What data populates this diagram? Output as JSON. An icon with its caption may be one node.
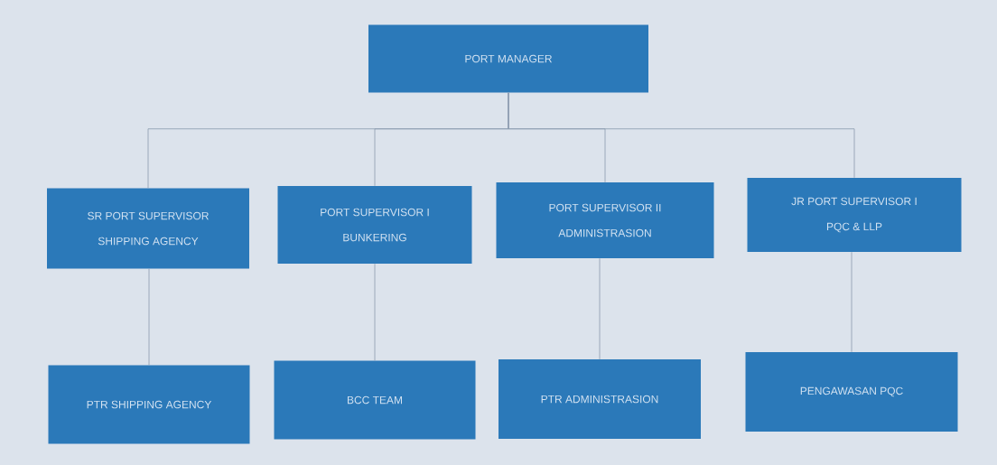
{
  "diagram": {
    "nodes": [
      {
        "text": [
          "PORT MANAGER"
        ]
      },
      {
        "text": [
          "SR PORT SUPERVISOR",
          "SHIPPING AGENCY"
        ]
      },
      {
        "text": [
          "PORT SUPERVISOR I",
          "BUNKERING"
        ]
      },
      {
        "text": [
          "PORT SUPERVISOR II",
          "ADMINISTRASION"
        ]
      },
      {
        "text": [
          "JR PORT SUPERVISOR I",
          "PQC & LLP"
        ]
      },
      {
        "text": [
          "PTR SHIPPING AGENCY"
        ]
      },
      {
        "text": [
          "BCC TEAM"
        ]
      },
      {
        "text": [
          "PTR ADMINISTRASION"
        ]
      },
      {
        "text": [
          "PENGAWASAN PQC"
        ]
      }
    ],
    "edges": [
      {
        "from": 0,
        "to": 1,
        "arrow": "none"
      },
      {
        "from": 0,
        "to": 2,
        "arrow": "none"
      },
      {
        "from": 0,
        "to": 3,
        "arrow": "none"
      },
      {
        "from": 0,
        "to": 4,
        "arrow": "none"
      },
      {
        "from": 1,
        "to": 5,
        "arrow": "none"
      },
      {
        "from": 2,
        "to": 6,
        "arrow": "none"
      },
      {
        "from": 3,
        "to": 7,
        "arrow": "none"
      },
      {
        "from": 4,
        "to": 8,
        "arrow": "none"
      }
    ]
  }
}
